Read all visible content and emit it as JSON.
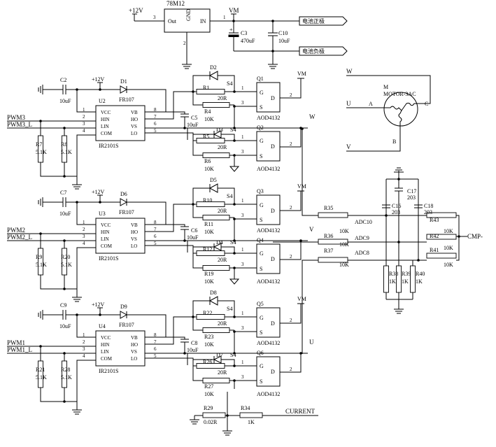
{
  "regulator": {
    "ref": "78M12",
    "out": "Out",
    "gnd": "GND",
    "in": "IN",
    "p3": "3",
    "p1": "1",
    "p2": "2",
    "v12": "+12V",
    "vm": "VM"
  },
  "caps_top": {
    "c3": "C3",
    "c3v": "470uF",
    "c10": "C10",
    "c10v": "10uF",
    "c3plus": "+"
  },
  "battery": {
    "pos": "电池正极",
    "neg": "电池负极"
  },
  "stages": [
    {
      "cboot": "C2",
      "cbootv": "10uF",
      "v12": "+12V",
      "diode": "D1",
      "diodev": "FR107",
      "u": "U2",
      "chip": "IR2101S",
      "pwm": "PWM3",
      "pwml": "PWM3_L",
      "rl1": "R7",
      "rl1v": "5.1K",
      "rl2": "R8",
      "rl2v": "5.1K",
      "cvs": "C5",
      "cvsv": "10uF",
      "dh": "D2",
      "rh1": "R1",
      "rh1v": "20R",
      "sh": "S4",
      "rh2": "R4",
      "rh2v": "10K",
      "dl": "D3",
      "rl3": "R5",
      "rl3v": "20R",
      "sl": "S4",
      "rl4": "R6",
      "rl4v": "10K",
      "qh": "Q1",
      "qhv": "AOD4132",
      "ql": "Q2",
      "qlv": "AOD4132",
      "phase": "W",
      "vm": "VM"
    },
    {
      "cboot": "C7",
      "cbootv": "10uF",
      "v12": "+12V",
      "diode": "D6",
      "diodev": "FR107",
      "u": "U3",
      "chip": "IR2101S",
      "pwm": "PWM2",
      "pwml": "PWM2_L",
      "rl1": "R9",
      "rl1v": "5.1K",
      "rl2": "R20",
      "rl2v": "5.1K",
      "cvs": "C6",
      "cvsv": "10uF",
      "dh": "D5",
      "rh1": "R10",
      "rh1v": "20R",
      "sh": "S4",
      "rh2": "R11",
      "rh2v": "10K",
      "dl": "D4",
      "rl3": "R12",
      "rl3v": "20R",
      "sl": "S4",
      "rl4": "R19",
      "rl4v": "10K",
      "qh": "Q3",
      "qhv": "AOD4132",
      "ql": "Q4",
      "qlv": "AOD4132",
      "phase": "V",
      "vm": "VM"
    },
    {
      "cboot": "C9",
      "cbootv": "10uF",
      "v12": "+12V",
      "diode": "D9",
      "diodev": "FR107",
      "u": "U4",
      "chip": "IR2101S",
      "pwm": "PWM1",
      "pwml": "PWM1_L",
      "rl1": "R21",
      "rl1v": "5.1K",
      "rl2": "R28",
      "rl2v": "5.1K",
      "cvs": "C8",
      "cvsv": "10uF",
      "dh": "D8",
      "rh1": "R22",
      "rh1v": "20R",
      "sh": "S4",
      "rh2": "R23",
      "rh2v": "10K",
      "dl": "D7",
      "rl3": "R26",
      "rl3v": "20R",
      "sl": "S4",
      "rl4": "R27",
      "rl4v": "10K",
      "qh": "Q5",
      "qhv": "AOD4132",
      "ql": "Q6",
      "qlv": "AOD4132",
      "phase": "U",
      "vm": "VM"
    }
  ],
  "chip_pins": {
    "l1": "VCC",
    "l2": "HIN",
    "l3": "LIN",
    "l4": "COM",
    "r8": "VB",
    "r7": "HO",
    "r6": "VS",
    "r5": "LO",
    "n1": "1",
    "n2": "2",
    "n3": "3",
    "n4": "4",
    "n5": "5",
    "n6": "6",
    "n7": "7",
    "n8": "8"
  },
  "fet_pins": {
    "g": "G",
    "d": "D",
    "s": "S",
    "p1": "1",
    "p2": "2",
    "p3": "3"
  },
  "motor": {
    "ref": "M",
    "part": "MOTOR-3AC",
    "w": "W",
    "u": "U",
    "v": "V",
    "a": "A",
    "b": "B",
    "c": "C"
  },
  "sense": {
    "r35": "R35",
    "r35v": "10K",
    "adc10": "ADC10",
    "r36": "R36",
    "r36v": "10K",
    "adc9": "ADC9",
    "r37": "R37",
    "r37v": "10K",
    "adc8": "ADC8",
    "c16": "C16",
    "c16v": "203",
    "c17": "C17",
    "c17v": "203",
    "c18": "C18",
    "c18v": "203",
    "r43": "R43",
    "r43v": "10K",
    "r42": "R42",
    "r42v": "10K",
    "r41": "R41",
    "r41v": "10K",
    "cmp": "CMP-",
    "r38": "R38",
    "r38v": "1K",
    "r39": "R39",
    "r39v": "1K",
    "r40": "R40",
    "r40v": "1K"
  },
  "current": {
    "r29": "R29",
    "r29v": "0.02R",
    "r34": "R34",
    "r34v": "1K",
    "label": "CURRENT"
  }
}
